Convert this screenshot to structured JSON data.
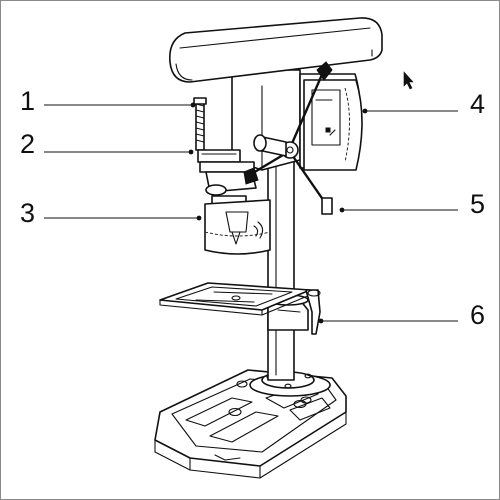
{
  "callouts": [
    {
      "number": "1"
    },
    {
      "number": "2"
    },
    {
      "number": "3"
    },
    {
      "number": "4"
    },
    {
      "number": "5"
    },
    {
      "number": "6"
    }
  ],
  "colors": {
    "line": "#111111",
    "background": "#ffffff",
    "frame": "#8a8a8a"
  },
  "icons": {
    "pointer": "mouse-cursor-icon"
  }
}
